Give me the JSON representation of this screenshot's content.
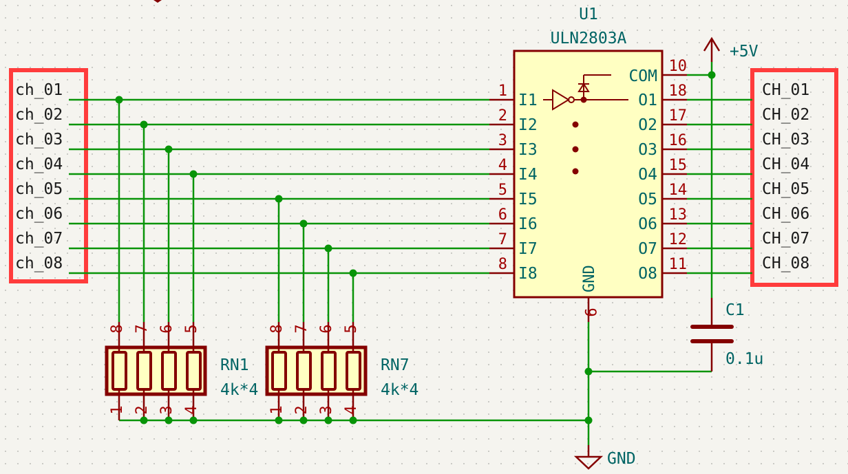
{
  "colors": {
    "wire": "#089408",
    "symbol": "#840000",
    "symbol_fill": "#ffffc2",
    "text_teal": "#006464",
    "pin_num": "#a00000",
    "net_label": "#1a1a1a",
    "highlight": "#ff3c3c",
    "background": "#f5f4ef"
  },
  "left_labels": [
    "ch_01",
    "ch_02",
    "ch_03",
    "ch_04",
    "ch_05",
    "ch_06",
    "ch_07",
    "ch_08"
  ],
  "right_labels": [
    "CH_01",
    "CH_02",
    "CH_03",
    "CH_04",
    "CH_05",
    "CH_06",
    "CH_07",
    "CH_08"
  ],
  "u1": {
    "ref": "U1",
    "value": "ULN2803A",
    "inputs": [
      {
        "num": "1",
        "name": "I1"
      },
      {
        "num": "2",
        "name": "I2"
      },
      {
        "num": "3",
        "name": "I3"
      },
      {
        "num": "4",
        "name": "I4"
      },
      {
        "num": "5",
        "name": "I5"
      },
      {
        "num": "6",
        "name": "I6"
      },
      {
        "num": "7",
        "name": "I7"
      },
      {
        "num": "8",
        "name": "I8"
      }
    ],
    "outputs": [
      {
        "num": "18",
        "name": "O1"
      },
      {
        "num": "17",
        "name": "O2"
      },
      {
        "num": "16",
        "name": "O3"
      },
      {
        "num": "15",
        "name": "O4"
      },
      {
        "num": "14",
        "name": "O5"
      },
      {
        "num": "13",
        "name": "O6"
      },
      {
        "num": "12",
        "name": "O7"
      },
      {
        "num": "11",
        "name": "O8"
      }
    ],
    "com_pin": {
      "num": "10",
      "name": "COM"
    },
    "gnd_pin": {
      "num": "9",
      "name": "GND"
    }
  },
  "rn1": {
    "ref": "RN1",
    "value": "4k*4",
    "top_pins": [
      "8",
      "7",
      "6",
      "5"
    ],
    "bottom_pins": [
      "1",
      "2",
      "3",
      "4"
    ]
  },
  "rn7": {
    "ref": "RN7",
    "value": "4k*4",
    "top_pins": [
      "8",
      "7",
      "6",
      "5"
    ],
    "bottom_pins": [
      "1",
      "2",
      "3",
      "4"
    ]
  },
  "c1": {
    "ref": "C1",
    "value": "0.1u"
  },
  "power": {
    "vcc": "+5V",
    "gnd": "GND"
  }
}
